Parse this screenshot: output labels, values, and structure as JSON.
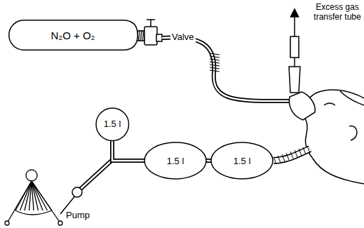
{
  "diagram": {
    "nodes": [
      {
        "text": [
          "N₂O + O₂"
        ]
      },
      {
        "text": [
          "1.5 l"
        ]
      },
      {
        "text": [
          "1.5 l"
        ]
      },
      {
        "text": [
          "1.5 l"
        ]
      }
    ],
    "edges": [
      {
        "from": 1,
        "to": 2,
        "arrow": "none"
      },
      {
        "from": 2,
        "to": 3,
        "arrow": "none"
      }
    ],
    "labels": [
      "Valve",
      "Excess gas transfer tube",
      "Pump"
    ]
  }
}
